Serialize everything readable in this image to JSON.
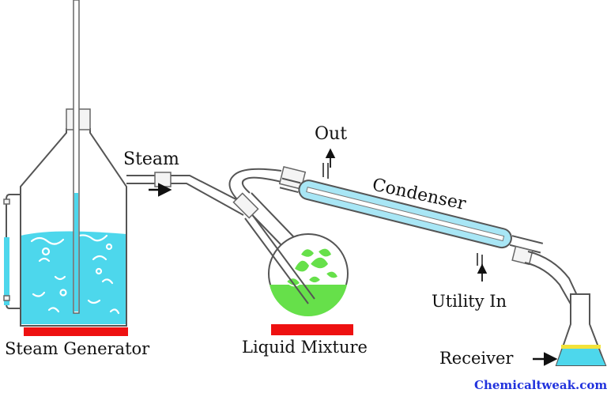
{
  "labels": {
    "steam": "Steam",
    "out": "Out",
    "condenser": "Condenser",
    "utility_in": "Utility In",
    "steam_generator": "Steam Generator",
    "liquid_mixture": "Liquid Mixture",
    "receiver": "Receiver"
  },
  "watermark": "Chemicaltweak.com",
  "colors": {
    "water": "#4dd7ec",
    "mixture": "#66e04a",
    "heater": "#ee1111",
    "distillate": "#f2e23a",
    "condenser_jacket": "#a8e6f5",
    "watermark": "#2233dd"
  },
  "icons": {
    "steam_flow": "right-arrow-icon",
    "receiver_pointer": "right-arrow-icon",
    "out_flow": "up-arrow-icon",
    "utility_flow": "up-arrow-icon"
  }
}
